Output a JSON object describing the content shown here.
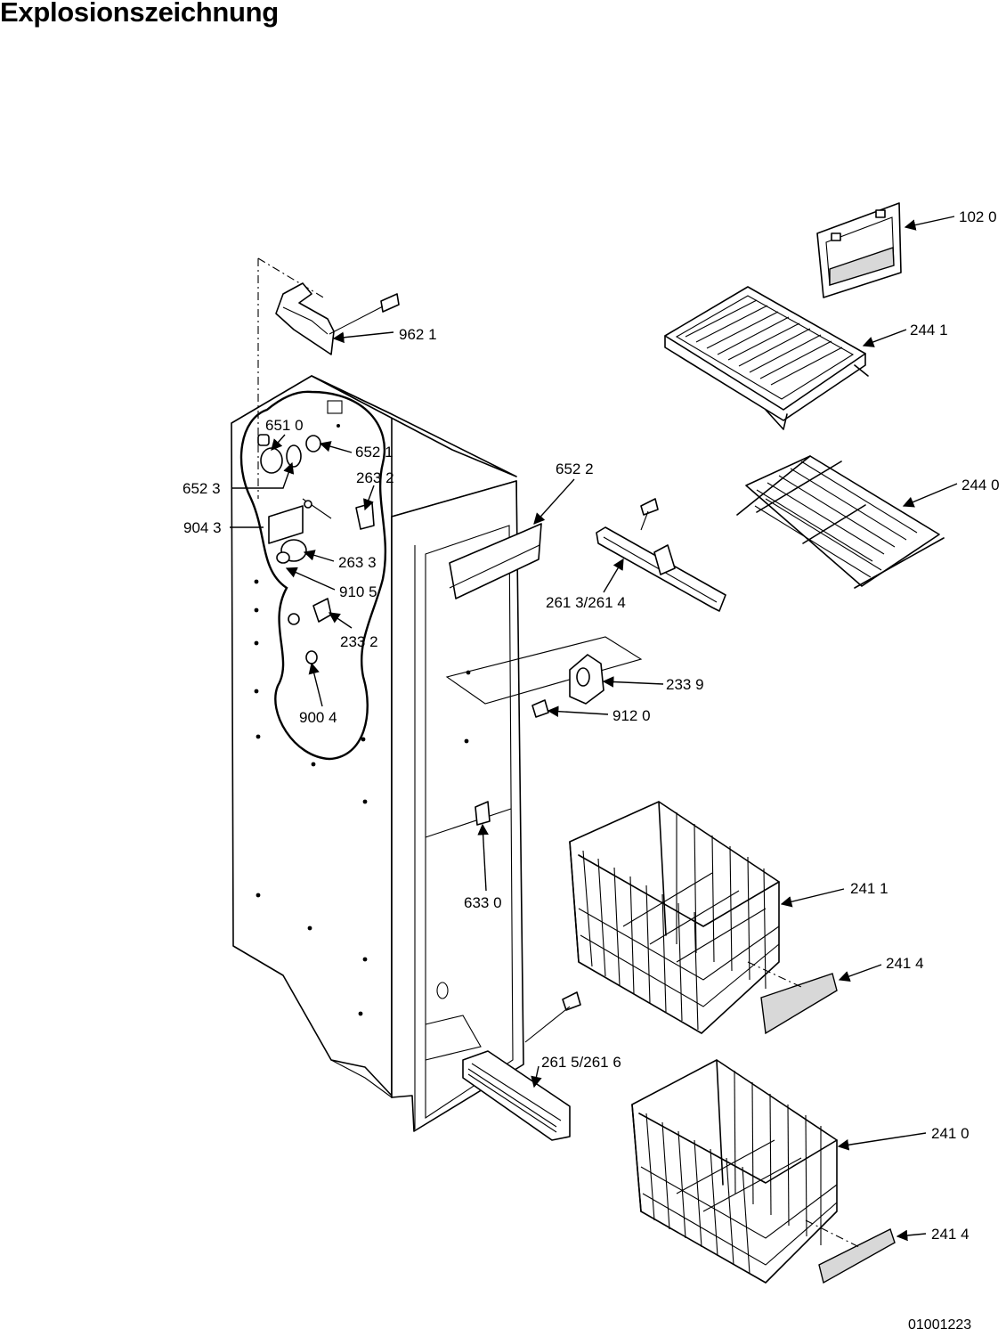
{
  "title": "Explosionszeichnung",
  "document_number": "01001223",
  "callouts": [
    {
      "id": "c1020",
      "label": "102 0"
    },
    {
      "id": "c2441",
      "label": "244 1"
    },
    {
      "id": "c2440",
      "label": "244 0"
    },
    {
      "id": "c9621",
      "label": "962 1"
    },
    {
      "id": "c6510",
      "label": "651 0"
    },
    {
      "id": "c6521",
      "label": "652 1"
    },
    {
      "id": "c6523",
      "label": "652 3"
    },
    {
      "id": "c2632",
      "label": "263 2"
    },
    {
      "id": "c6522",
      "label": "652 2"
    },
    {
      "id": "c9043",
      "label": "904 3"
    },
    {
      "id": "c2633",
      "label": "263 3"
    },
    {
      "id": "c9105",
      "label": "910 5"
    },
    {
      "id": "c2613",
      "label": "261 3/261 4"
    },
    {
      "id": "c2332",
      "label": "233 2"
    },
    {
      "id": "c2339",
      "label": "233 9"
    },
    {
      "id": "c9004",
      "label": "900  4"
    },
    {
      "id": "c9120",
      "label": "912 0"
    },
    {
      "id": "c6330",
      "label": "633 0"
    },
    {
      "id": "c2411",
      "label": "241 1"
    },
    {
      "id": "c2414a",
      "label": "241 4"
    },
    {
      "id": "c2615",
      "label": "261 5/261 6"
    },
    {
      "id": "c2410",
      "label": "241 0"
    },
    {
      "id": "c2414b",
      "label": "241 4"
    }
  ]
}
